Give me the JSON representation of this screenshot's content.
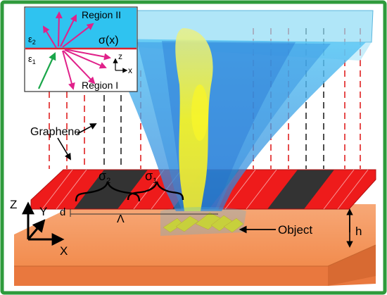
{
  "figure": {
    "colors": {
      "frame": "#2f9b3c",
      "substrate_top": "#f59a62",
      "substrate_side": "#e9783e",
      "sigma2_strip": "#ee1b1b",
      "sigma1_strip": "#333333",
      "cone": "#3fb6ef",
      "beam_core": "#f0f02e",
      "object": "#f5d800"
    },
    "inset": {
      "region_top": "Region II",
      "region_bottom": "Region I",
      "eps_top": "ε",
      "eps_top_sub": "2",
      "eps_bottom": "ε",
      "eps_bottom_sub": "1",
      "sigma_x": "σ(x)",
      "axis_z": "z",
      "axis_x": "x"
    },
    "labels": {
      "graphene": "Graphene",
      "sigma2": "σ",
      "sigma2_sub": "2",
      "sigma1": "σ",
      "sigma1_sub": "1",
      "d": "d",
      "period": "Λ",
      "object": "Object",
      "h": "h"
    },
    "axes": {
      "z": "Z",
      "y": "Y",
      "x": "X"
    }
  }
}
